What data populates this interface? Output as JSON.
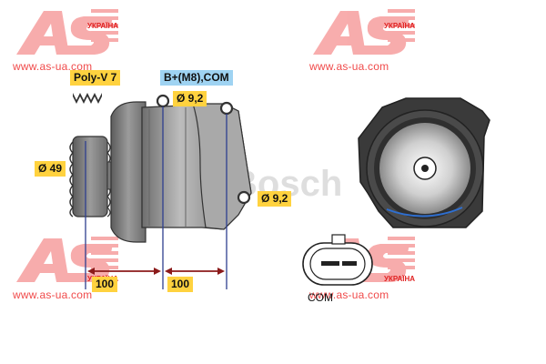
{
  "labels": {
    "belt": "Poly-V 7",
    "terminal": "B+(M8),COM",
    "hole_top": "Ø 9,2",
    "hole_bottom": "Ø 9,2",
    "pulley_diameter": "Ø 49",
    "dim_left": "100",
    "dim_right": "100",
    "connector": "COM"
  },
  "brand_mark": "Bosch",
  "watermark": {
    "logo": "AS",
    "country": "УКРАЇНА",
    "url": "www.as-ua.com"
  },
  "colors": {
    "tag_yellow": "#ffd23f",
    "tag_blue": "#9fd3f2",
    "dimension_line": "#8b1a1a",
    "watermark_red": "#f04a4a",
    "body_grey": "#9a9a9a",
    "dark": "#2b2b2b"
  }
}
